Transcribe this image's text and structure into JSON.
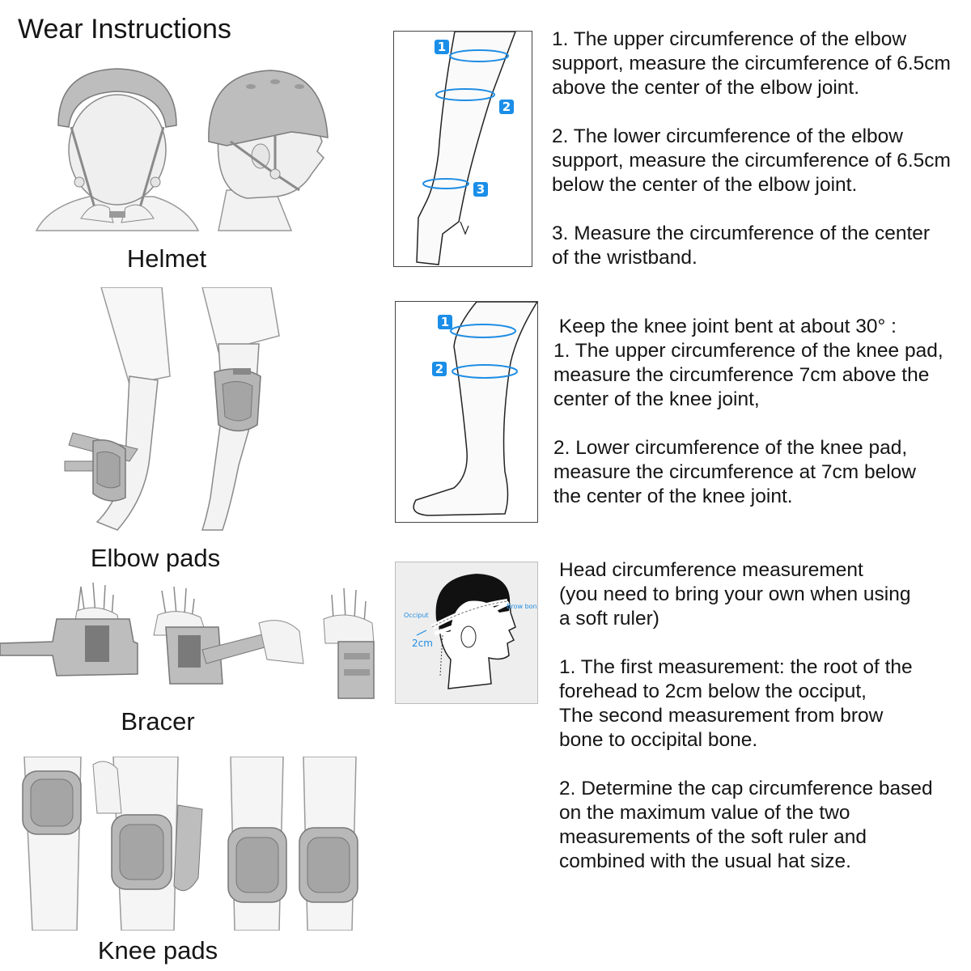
{
  "page": {
    "title": "Wear Instructions"
  },
  "sections": {
    "helmet": {
      "label": "Helmet"
    },
    "elbow_pads": {
      "label": "Elbow pads"
    },
    "bracer": {
      "label": "Bracer"
    },
    "knee_pads": {
      "label": "Knee pads"
    }
  },
  "arm_measure": {
    "markers": [
      "1",
      "2",
      "3"
    ],
    "paragraphs": [
      "1. The upper circumference of the elbow\nsupport, measure the circumference of 6.5cm\nabove the center of the elbow joint.",
      "2. The lower circumference of the elbow\nsupport, measure the circumference of 6.5cm\nbelow the center of the elbow joint.",
      "3. Measure the circumference of the center\nof the wristband."
    ]
  },
  "knee_measure": {
    "markers": [
      "1",
      "2"
    ],
    "intro": " Keep the knee joint bent at about 30° :",
    "paragraphs": [
      "1. The upper circumference of the knee pad,\nmeasure the circumference 7cm above the\ncenter of the knee joint,",
      "2. Lower circumference of the knee pad,\nmeasure the circumference at 7cm below\nthe center of the knee joint."
    ]
  },
  "head_measure": {
    "figure_labels": {
      "occiput": "Occiput",
      "brow_bone": "Brow bone",
      "offset": "2cm"
    },
    "intro": "Head circumference measurement\n(you need to bring your own when using\na soft ruler)",
    "paragraphs": [
      "1. The first measurement: the root of the\nforehead to 2cm below the occiput,\nThe second measurement from brow\nbone to occipital bone.",
      "2. Determine the cap circumference based\non the maximum value of the two\nmeasurements of the soft ruler and\ncombined with the usual hat size."
    ]
  },
  "colors": {
    "accent": "#1a8ee8",
    "gear": "#bdbdbd",
    "skin_outline": "#7d7d7d"
  }
}
